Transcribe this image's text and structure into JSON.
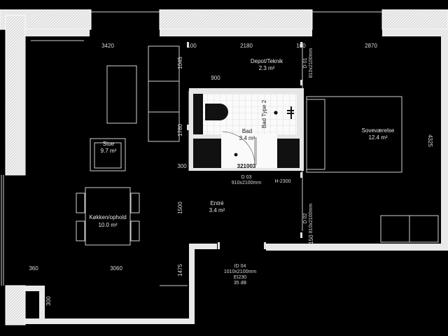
{
  "rooms": {
    "stue": {
      "name": "Stue",
      "area": "9.7 m²"
    },
    "kitchen": {
      "name": "Køkken/ophold",
      "area": "10.0 m²"
    },
    "bad": {
      "name": "Bad",
      "area": "3.4 m²"
    },
    "depot": {
      "name": "Depot/Teknik",
      "area": "2.3 m²"
    },
    "bedroom": {
      "name": "Soveværelse",
      "area": "12.4 m²"
    },
    "entre": {
      "name": "Entré",
      "area": "3.4 m²"
    }
  },
  "bathroom": {
    "type_label": "Bad Type 2",
    "unit_id": "321003"
  },
  "doors": {
    "d01": {
      "id": "D 01",
      "size": "810x2100mm"
    },
    "d02": {
      "id": "D 02",
      "size": "810x2100mm"
    },
    "d03": {
      "id": "D 03",
      "size": "910x2100mm"
    },
    "d04": {
      "id": "ID 04",
      "size": "1010x2100mm",
      "rating": "EI230",
      "sound": "35 dB"
    }
  },
  "annotations": {
    "h2300": "H-2300"
  },
  "dimensions": {
    "top_living": "3420",
    "top_100_a": "100",
    "top_depot": "2180",
    "top_100_b": "100",
    "top_bedroom": "2870",
    "v_1045": "1045",
    "h_900": "900",
    "v_1780": "1780",
    "h_300": "300",
    "v_1500": "1500",
    "v_1475": "1475",
    "h_360": "360",
    "h_3060": "3060",
    "v_300": "300",
    "v_4325": "4325",
    "v_150": "150"
  }
}
